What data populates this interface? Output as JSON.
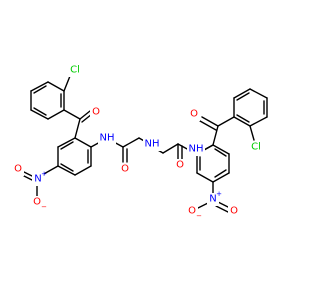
{
  "colors": {
    "bond": "#000000",
    "carbon": "#000000",
    "nitrogen": "#0000ff",
    "oxygen": "#ff0000",
    "chlorine": "#00cc00",
    "hydrogen_on_n": "#0000ff"
  },
  "labels": {
    "cl_left": "Cl",
    "cl_right": "Cl",
    "o_ketone_left": "O",
    "o_ketone_right": "O",
    "nh_amide_left": "NH",
    "nh_amide_right": "NH",
    "nh_center": "NH",
    "o_amide_left": "O",
    "o_amide_right": "O",
    "n_nitro_left": "N",
    "n_nitro_right": "N",
    "o_nitro_left_up": "O",
    "o_nitro_left_down": "O",
    "o_nitro_right_up": "O",
    "o_nitro_right_down": "O",
    "charge_plus_left": "+",
    "charge_minus_left": "−",
    "charge_plus_right": "+",
    "charge_minus_right": "−"
  }
}
